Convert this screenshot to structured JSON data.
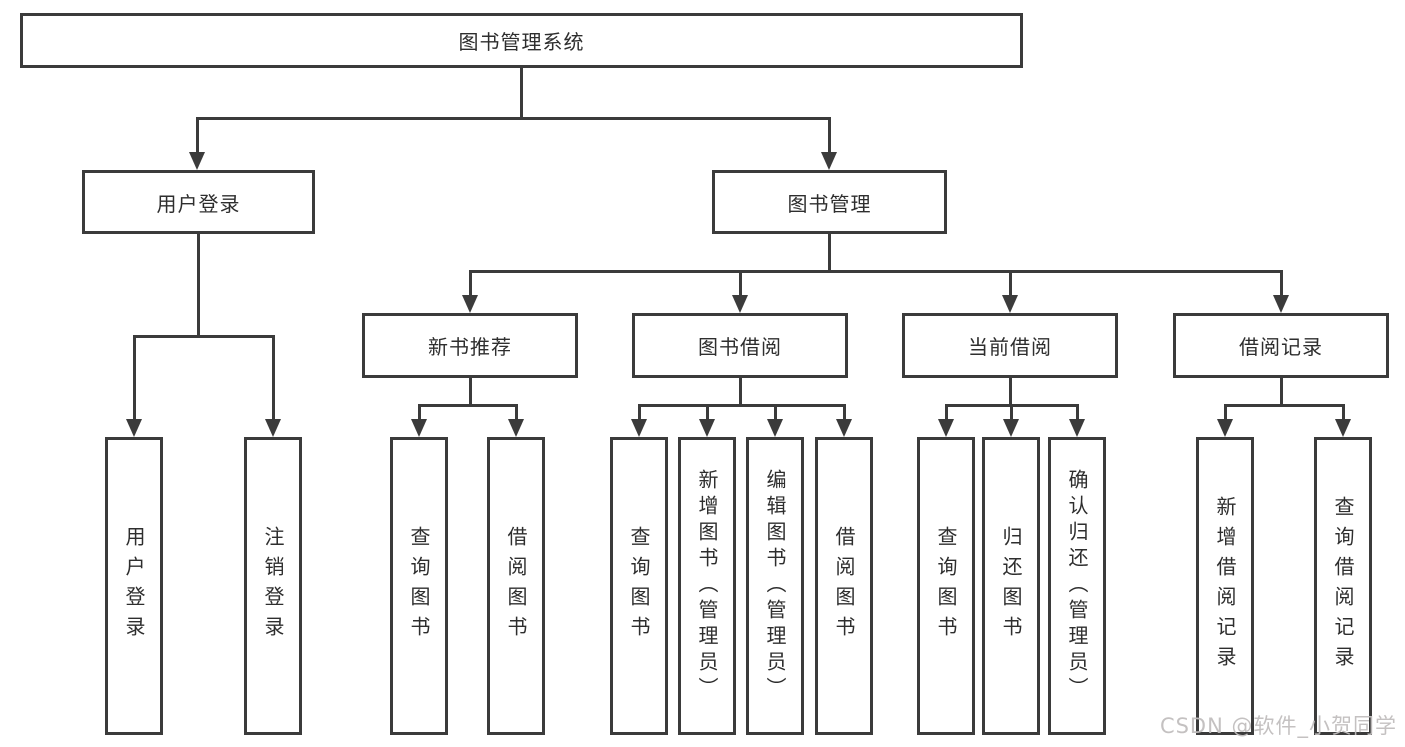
{
  "tree": {
    "label": "图书管理系统",
    "children": [
      {
        "label": "用户登录",
        "children": [
          {
            "label": "用户登录"
          },
          {
            "label": "注销登录"
          }
        ]
      },
      {
        "label": "图书管理",
        "children": [
          {
            "label": "新书推荐",
            "children": [
              {
                "label": "查询图书"
              },
              {
                "label": "借阅图书"
              }
            ]
          },
          {
            "label": "图书借阅",
            "children": [
              {
                "label": "查询图书"
              },
              {
                "label": "新增图书（管理员）"
              },
              {
                "label": "编辑图书（管理员）"
              },
              {
                "label": "借阅图书"
              }
            ]
          },
          {
            "label": "当前借阅",
            "children": [
              {
                "label": "查询图书"
              },
              {
                "label": "归还图书"
              },
              {
                "label": "确认归还（管理员）"
              }
            ]
          },
          {
            "label": "借阅记录",
            "children": [
              {
                "label": "新增借阅记录"
              },
              {
                "label": "查询借阅记录"
              }
            ]
          }
        ]
      }
    ]
  },
  "watermark": {
    "text": "CSDN @软件_小贺同学"
  },
  "colors": {
    "line": "#3b3b3b",
    "text": "#2e2e2e",
    "watermark": "#c1bebe",
    "background": "#ffffff"
  }
}
